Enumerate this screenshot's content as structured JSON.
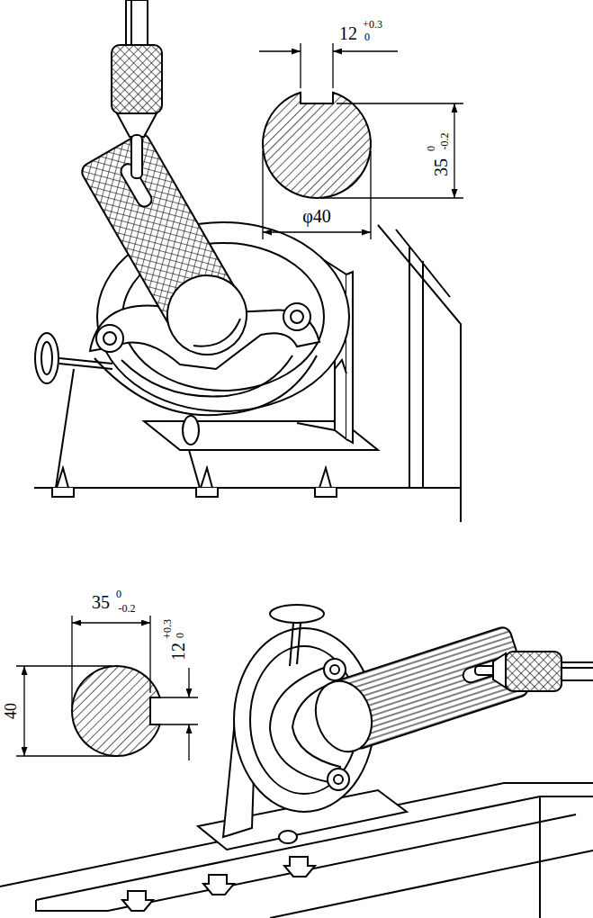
{
  "diagram": {
    "labels": [
      "12",
      "+0.3",
      "0",
      "35",
      "0",
      "-0.2",
      "φ40",
      "35",
      "0",
      "-0.2",
      "12",
      "+0.3",
      "0",
      "40"
    ]
  }
}
